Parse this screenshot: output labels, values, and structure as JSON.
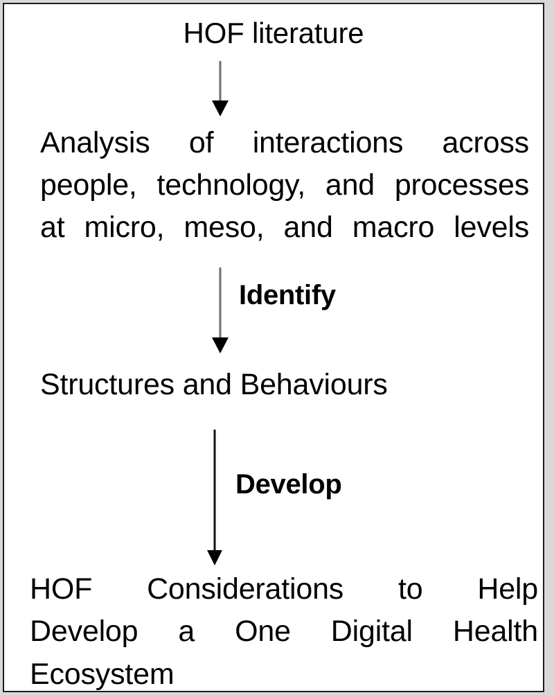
{
  "figure": {
    "title": "HOF literature flow diagram",
    "background_color": "#ffffff",
    "outer_margin_color": "#d8d8d8",
    "border_color": "#1c1c1c"
  },
  "nodes": [
    {
      "id": "hof-literature",
      "text": "HOF literature",
      "align": "center"
    },
    {
      "id": "analysis",
      "lines": [
        "Analysis of interactions across",
        "people, technology, and processes",
        "at micro, meso, and macro levels"
      ],
      "align": "justify"
    },
    {
      "id": "structures",
      "text": "Structures and Behaviours",
      "align": "left"
    },
    {
      "id": "ecosystem",
      "lines": [
        "HOF Considerations to Help",
        "Develop a One Digital Health",
        "Ecosystem"
      ],
      "align": "justify"
    }
  ],
  "arrows": [
    {
      "id": "arrow-1",
      "from": "hof-literature",
      "to": "analysis",
      "label": "",
      "shaft_color": "#6e6e6e",
      "head_color": "#000000",
      "direction": "down"
    },
    {
      "id": "arrow-2",
      "from": "analysis",
      "to": "structures",
      "label": "Identify",
      "shaft_color": "#6e6e6e",
      "head_color": "#000000",
      "direction": "down"
    },
    {
      "id": "arrow-3",
      "from": "structures",
      "to": "ecosystem",
      "label": "Develop",
      "shaft_color": "#000000",
      "head_color": "#000000",
      "direction": "down"
    }
  ],
  "labels": {
    "identify": "Identify",
    "develop": "Develop"
  }
}
